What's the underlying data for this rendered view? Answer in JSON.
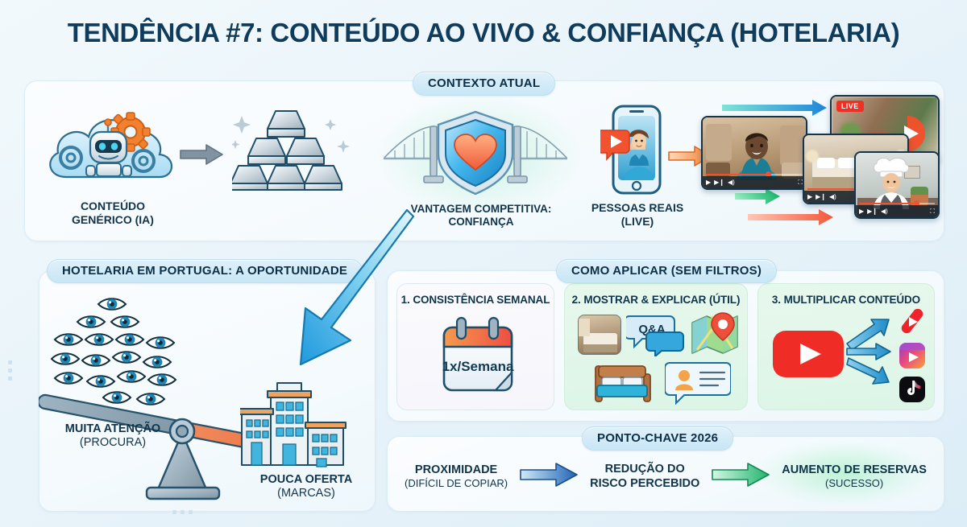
{
  "title": "TENDÊNCIA #7: CONTEÚDO AO VIVO & CONFIANÇA (HOTELARIA)",
  "sections": {
    "contexto": {
      "pill": "CONTEXTO ATUAL"
    },
    "hotelaria": {
      "pill": "HOTELARIA EM PORTUGAL: A OPORTUNIDADE"
    },
    "aplicar": {
      "pill": "COMO APLICAR (SEM FILTROS)"
    },
    "ponto_chave": {
      "pill": "PONTO-CHAVE 2026"
    }
  },
  "contexto_items": {
    "generico": {
      "line1": "CONTEÚDO",
      "line2": "GENÉRICO (IA)"
    },
    "vantagem": {
      "line1": "VANTAGEM COMPETITIVA:",
      "line2": "CONFIANÇA"
    },
    "pessoas": {
      "line1": "PESSOAS REAIS",
      "line2": "(LIVE)"
    },
    "live_badge": "LIVE"
  },
  "hotelaria_items": {
    "atencao": {
      "line1": "MUITA ATENÇÃO",
      "line2": "(PROCURA)"
    },
    "oferta": {
      "line1": "POUCA OFERTA",
      "line2": "(MARCAS)"
    }
  },
  "aplicar_cards": [
    {
      "title": "1. CONSISTÊNCIA SEMANAL",
      "calendar_text": "1x/Semana"
    },
    {
      "title": "2. MOSTRAR & EXPLICAR (ÚTIL)",
      "qa_text": "Q&A"
    },
    {
      "title": "3. MULTIPLICAR CONTEÚDO"
    }
  ],
  "ponto_chave_steps": [
    {
      "line1": "PROXIMIDADE",
      "line2": "(DIFÍCIL DE COPIAR)"
    },
    {
      "line1": "REDUÇÃO DO",
      "line2": "RISCO PERCEBIDO"
    },
    {
      "line1": "AUMENTO DE RESERVAS",
      "line2": "(SUCESSO)"
    }
  ],
  "colors": {
    "title_navy": "#0f3c5c",
    "pill_blue": "#c8e6f5",
    "accent_orange": "#f2802e",
    "accent_red": "#ee3124",
    "accent_green": "#3cc98a",
    "arrow_blue": "#2a9ede",
    "steel": "#8fa6b4"
  }
}
